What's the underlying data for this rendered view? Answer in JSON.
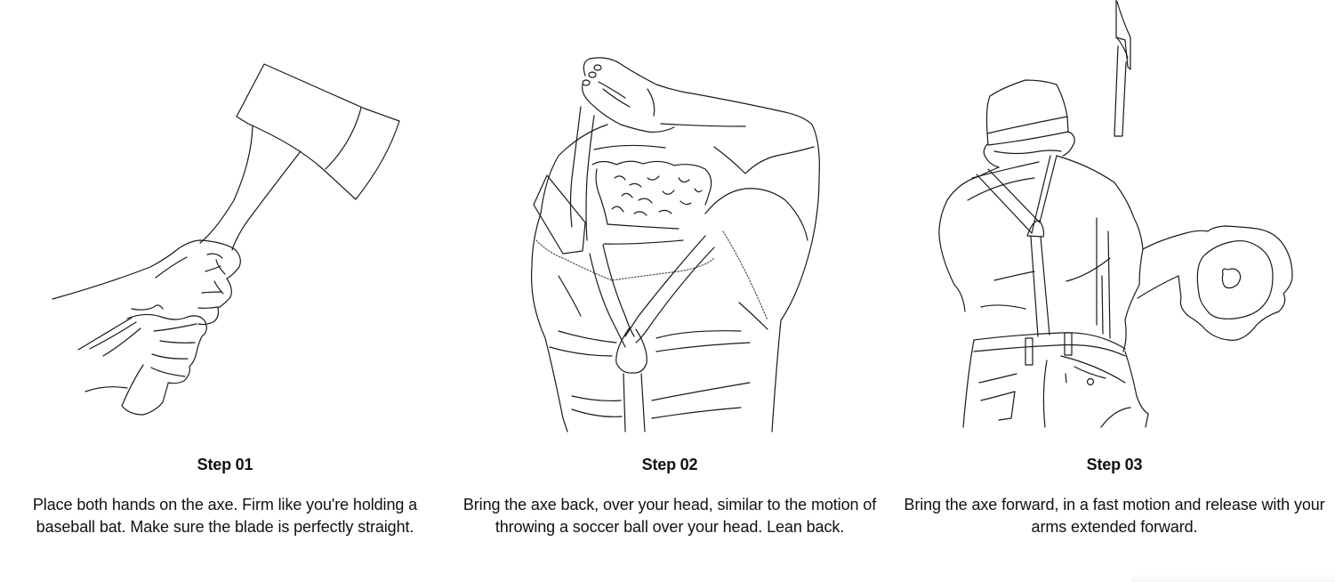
{
  "steps": [
    {
      "title": "Step 01",
      "description": "Place both hands on the axe. Firm like you're holding a baseball bat. Make sure the blade is perfectly straight.",
      "illustration": "hands-gripping-axe-icon"
    },
    {
      "title": "Step 02",
      "description": "Bring the axe back, over your head, similar to the motion of throwing a soccer ball over your head. Lean back.",
      "illustration": "axe-over-head-back-view-icon"
    },
    {
      "title": "Step 03",
      "description": "Bring the axe forward, in a fast motion and release with your arms extended forward.",
      "illustration": "axe-release-toward-target-icon"
    }
  ],
  "colors": {
    "background": "#ffffff",
    "text": "#111111",
    "line_art": "#1a1a1a"
  }
}
